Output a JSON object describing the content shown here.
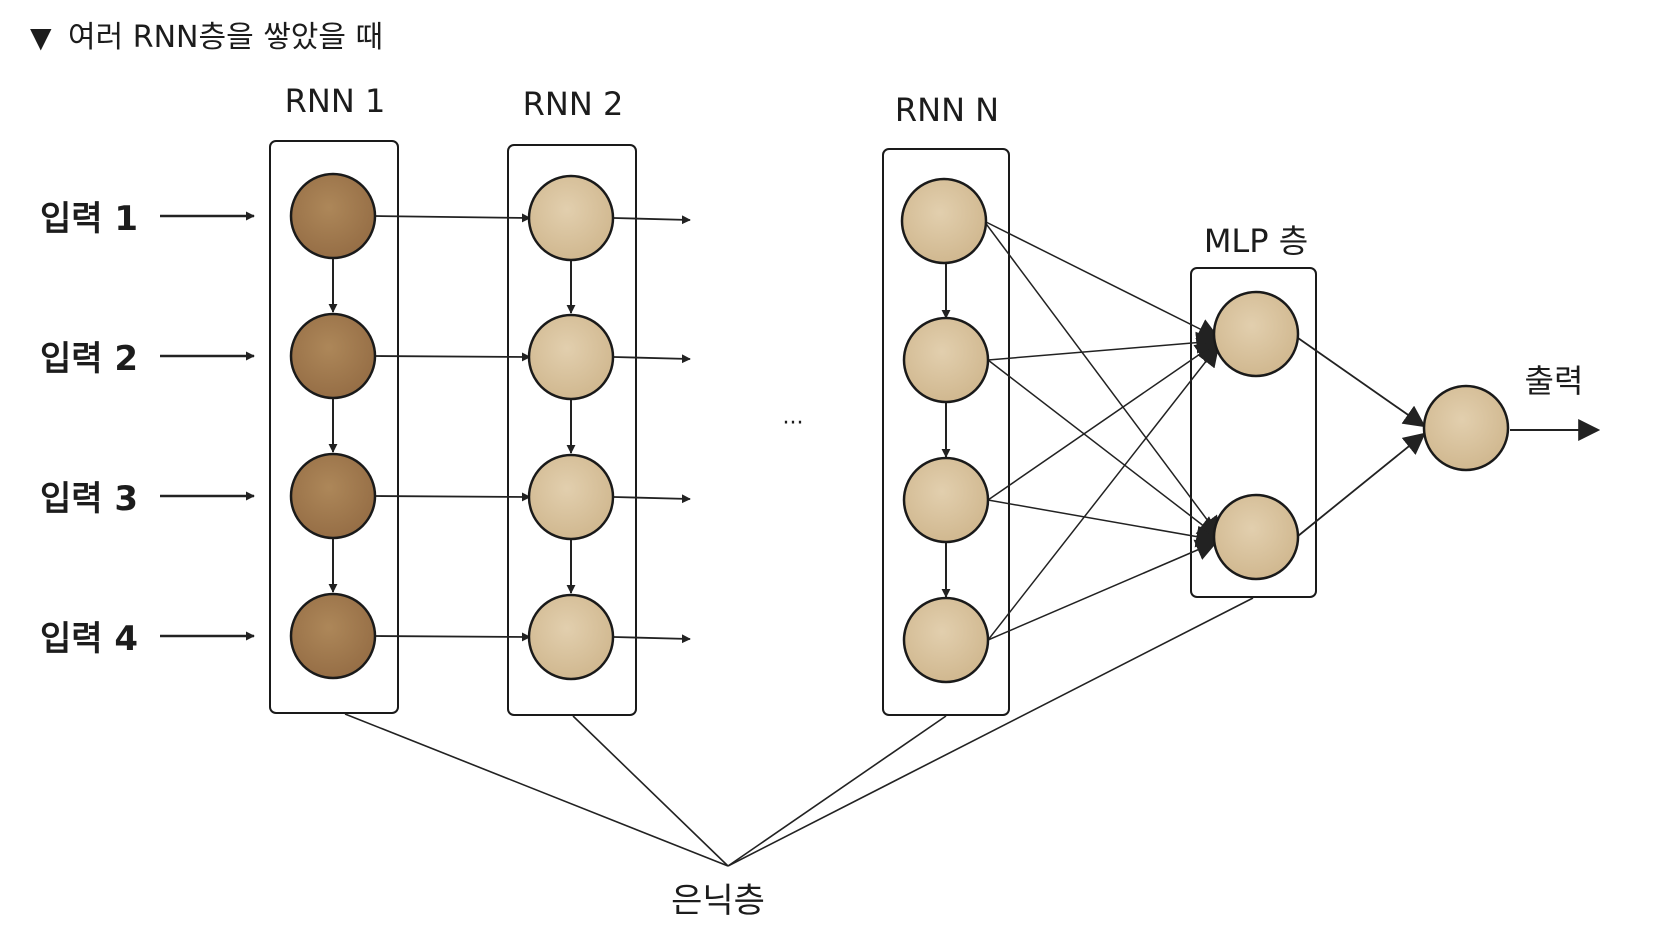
{
  "header": {
    "marker": "▼",
    "title": "여러 RNN층을 쌓았을 때"
  },
  "layers": [
    {
      "id": "rnn1",
      "label": "RNN 1"
    },
    {
      "id": "rnn2",
      "label": "RNN 2"
    },
    {
      "id": "rnnN",
      "label": "RNN N"
    },
    {
      "id": "mlp",
      "label": "MLP 층"
    }
  ],
  "inputs": [
    "입력 1",
    "입력 2",
    "입력 3",
    "입력 4"
  ],
  "ellipsis": "···",
  "output_label": "출력",
  "hidden_label": "은닉층",
  "colors": {
    "rnn1_node": "#a0794f",
    "light_node": "#d9c39e",
    "stroke": "#1a1a1a",
    "arrow": "#222222"
  }
}
